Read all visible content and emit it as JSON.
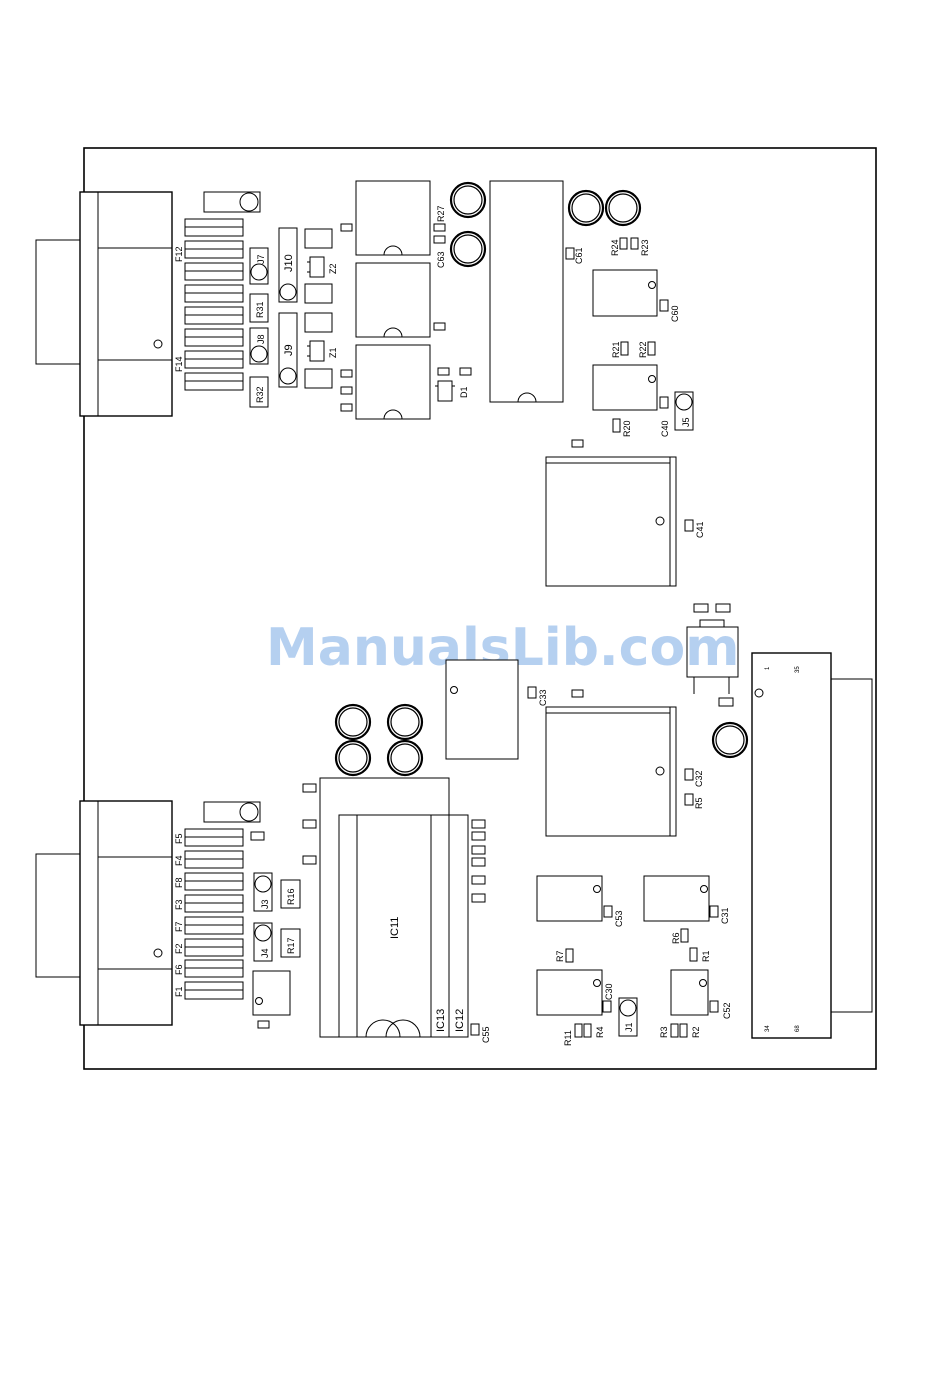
{
  "watermark": "ManualsLib.com",
  "labels": {
    "F12": "F12",
    "F14": "F14",
    "J7": "J7",
    "J8": "J8",
    "J10": "J10",
    "J9": "J9",
    "R31": "R31",
    "R32": "R32",
    "Z2": "Z2",
    "Z1": "Z1",
    "R27": "R27",
    "C63": "C63",
    "D1": "D1",
    "C61": "C61",
    "R24": "R24",
    "R23": "R23",
    "C60": "C60",
    "R21": "R21",
    "R22": "R22",
    "R20": "R20",
    "C40": "C40",
    "J5": "J5",
    "C41": "C41",
    "C33": "C33",
    "C32": "C32",
    "R5": "R5",
    "F5": "F5",
    "F4": "F4",
    "F8": "F8",
    "F3": "F3",
    "F7": "F7",
    "F2": "F2",
    "F6": "F6",
    "F1": "F1",
    "J3": "J3",
    "J4": "J4",
    "R16": "R16",
    "R17": "R17",
    "IC11": "IC11",
    "IC13": "IC13",
    "IC12": "IC12",
    "C55": "C55",
    "C53": "C53",
    "C31": "C31",
    "R7": "R7",
    "R6": "R6",
    "R1": "R1",
    "C30": "C30",
    "R11": "R11",
    "R4": "R4",
    "J1": "J1",
    "R3": "R3",
    "R2": "R2",
    "C52": "C52",
    "pin1": "1",
    "pin35": "35",
    "pin34": "34",
    "pin68": "68"
  }
}
